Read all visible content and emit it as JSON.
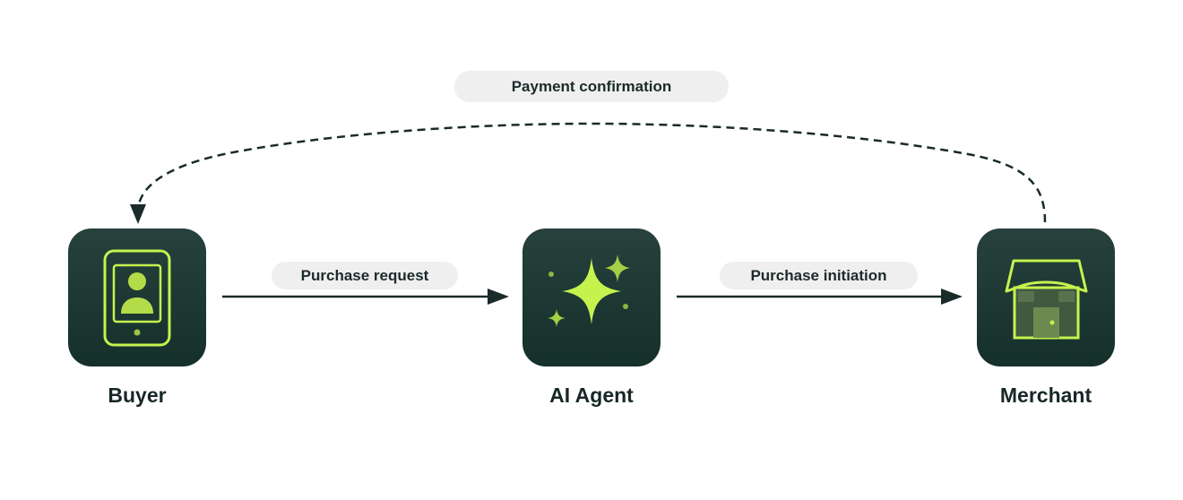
{
  "nodes": {
    "buyer": {
      "label": "Buyer",
      "icon": "mobile-user-icon"
    },
    "agent": {
      "label": "AI Agent",
      "icon": "sparkles-icon"
    },
    "merchant": {
      "label": "Merchant",
      "icon": "storefront-icon"
    }
  },
  "edges": {
    "purchase_request": {
      "label": "Purchase request",
      "from": "Buyer",
      "to": "AI Agent",
      "style": "solid"
    },
    "purchase_initiation": {
      "label": "Purchase initiation",
      "from": "AI Agent",
      "to": "Merchant",
      "style": "solid"
    },
    "payment_confirmation": {
      "label": "Payment confirmation",
      "from": "Merchant",
      "to": "Buyer",
      "style": "dashed"
    }
  },
  "colors": {
    "tile": "#1e3834",
    "accent": "#c6f24e",
    "text": "#172826",
    "pill": "#efefef",
    "connector": "#1a2b29"
  }
}
